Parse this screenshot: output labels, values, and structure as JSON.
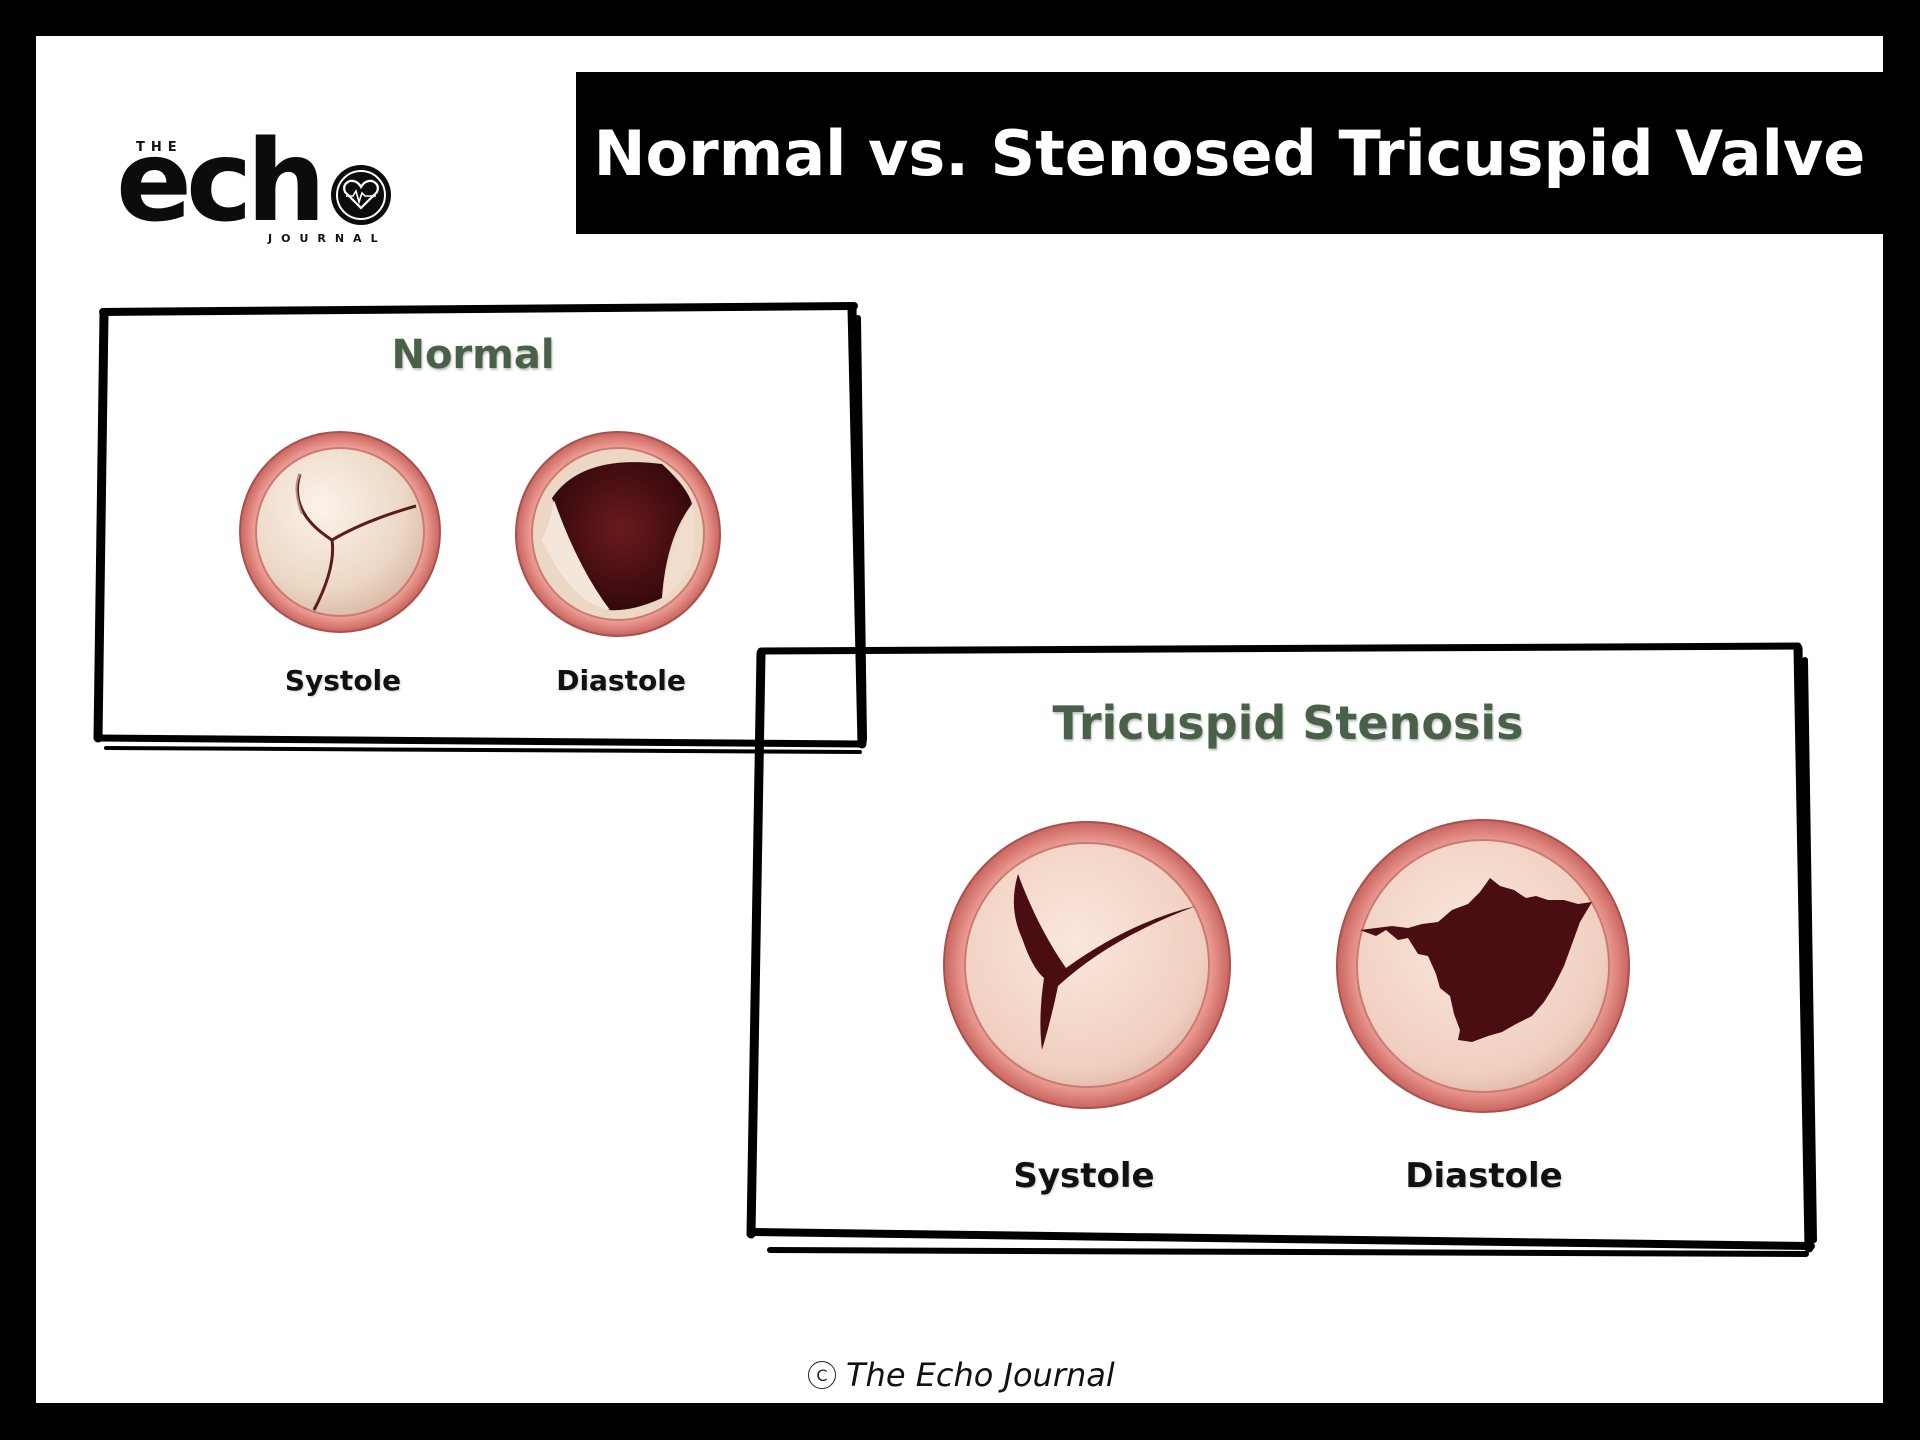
{
  "logo": {
    "the": "THE",
    "echo": "ech",
    "journal": "JOURNAL"
  },
  "title": "Normal vs. Stenosed Tricuspid Valve",
  "normal": {
    "heading": "Normal",
    "systole_label": "Systole",
    "diastole_label": "Diastole"
  },
  "stenosis": {
    "heading": "Tricuspid Stenosis",
    "systole_label": "Systole",
    "diastole_label": "Diastole"
  },
  "credit": {
    "symbol": "C",
    "text": "The Echo Journal"
  },
  "colors": {
    "heading_green": "#4a6149",
    "ring_pink": "#e58b86",
    "leaflet_cream": "#f1dccd",
    "orifice_dark": "#4a0d12"
  },
  "icons": [
    "heart-ecg-icon",
    "copyright-icon"
  ]
}
